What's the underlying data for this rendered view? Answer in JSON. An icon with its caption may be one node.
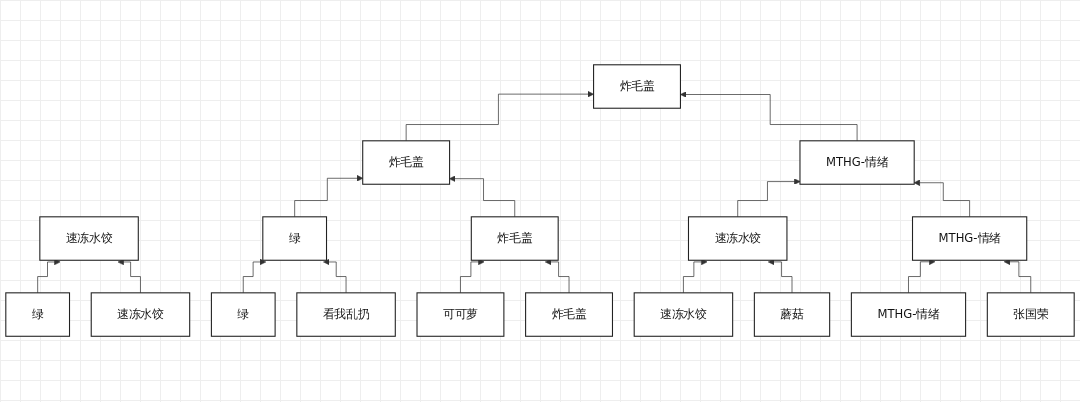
{
  "diagram": {
    "nodes": [
      {
        "text": [
          "速冻水饺"
        ]
      },
      {
        "text": [
          "绿"
        ]
      },
      {
        "text": [
          "速冻水饺"
        ]
      },
      {
        "text": [
          "炸毛盖"
        ]
      },
      {
        "text": [
          "炸毛盖"
        ]
      },
      {
        "text": [
          "MTHG-情绪"
        ]
      },
      {
        "text": [
          "绿"
        ]
      },
      {
        "text": [
          "炸毛盖"
        ]
      },
      {
        "text": [
          "速冻水饺"
        ]
      },
      {
        "text": [
          "MTHG-情绪"
        ]
      },
      {
        "text": [
          "绿"
        ]
      },
      {
        "text": [
          "看我乱扔"
        ]
      },
      {
        "text": [
          "可可萝"
        ]
      },
      {
        "text": [
          "炸毛盖"
        ]
      },
      {
        "text": [
          "速冻水饺"
        ]
      },
      {
        "text": [
          "蘑菇"
        ]
      },
      {
        "text": [
          "MTHG-情绪"
        ]
      },
      {
        "text": [
          "张国荣"
        ]
      }
    ],
    "edges": [
      {
        "from": 1,
        "to": 0,
        "arrow": "to"
      },
      {
        "from": 2,
        "to": 0,
        "arrow": "to"
      },
      {
        "from": 4,
        "to": 3,
        "arrow": "to"
      },
      {
        "from": 5,
        "to": 3,
        "arrow": "to"
      },
      {
        "from": 6,
        "to": 4,
        "arrow": "to"
      },
      {
        "from": 7,
        "to": 4,
        "arrow": "to"
      },
      {
        "from": 8,
        "to": 5,
        "arrow": "to"
      },
      {
        "from": 9,
        "to": 5,
        "arrow": "to"
      },
      {
        "from": 10,
        "to": 6,
        "arrow": "to"
      },
      {
        "from": 11,
        "to": 6,
        "arrow": "to"
      },
      {
        "from": 12,
        "to": 7,
        "arrow": "to"
      },
      {
        "from": 13,
        "to": 7,
        "arrow": "to"
      },
      {
        "from": 14,
        "to": 8,
        "arrow": "to"
      },
      {
        "from": 15,
        "to": 8,
        "arrow": "to"
      },
      {
        "from": 16,
        "to": 9,
        "arrow": "to"
      },
      {
        "from": 17,
        "to": 9,
        "arrow": "to"
      }
    ]
  }
}
